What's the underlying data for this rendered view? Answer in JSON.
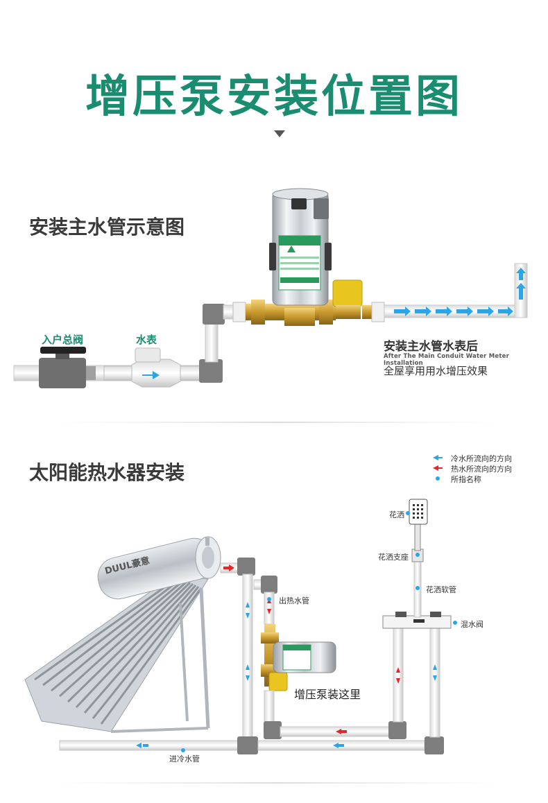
{
  "header": {
    "title": "增压泵安装位置图"
  },
  "section1": {
    "title": "安装主水管示意图",
    "label_valve": "入户总阀",
    "label_meter": "水表",
    "caption_main": "安装主水管水表后",
    "caption_en": "After The Main Conduit Water Meter Installation",
    "caption_sub": "全屋享用用水增压效果"
  },
  "section2": {
    "title": "太阳能热水器安装",
    "legend": {
      "cold": "冷水所流向的方向",
      "hot": "热水所流向的方向",
      "name": "所指名称"
    },
    "labels": {
      "shower": "花洒",
      "shower_base": "花洒支座",
      "shower_hose": "花洒软管",
      "hot_out": "出热水管",
      "mixer": "混水阀",
      "pump_here": "增压泵装这里",
      "cold_in": "进冷水管"
    },
    "heater_brand": "DUUL豪意"
  },
  "colors": {
    "brand_green": "#1a8c6f",
    "cold_arrow": "#2aa6e8",
    "hot_arrow": "#e8262a",
    "pipe_gray": "#8a8a8a",
    "brass": "#c99a2e"
  }
}
